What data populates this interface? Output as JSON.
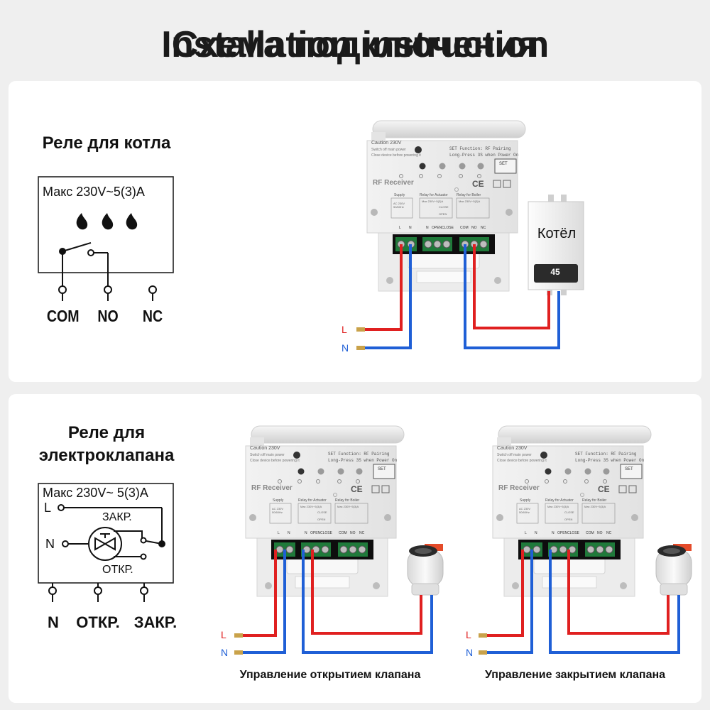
{
  "title": {
    "text_a": "Installation instruction",
    "text_b": "Схема подключения"
  },
  "boiler_section": {
    "heading": "Реле для котла",
    "schematic": {
      "rating": "Макс 230V~5(3)A",
      "terminals": [
        "COM",
        "NO",
        "NC"
      ]
    },
    "boiler_label": "Котёл",
    "boiler_display": "45",
    "wire_labels": {
      "live": "L",
      "neutral": "N"
    }
  },
  "valve_section": {
    "heading_line1": "Реле для",
    "heading_line2": "электроклапана",
    "schematic": {
      "rating": "Макс 230V~ 5(3)A",
      "l": "L",
      "n": "N",
      "close": "ЗАКР.",
      "open": "ОТКР.",
      "terminals": [
        "N",
        "ОТКР.",
        "ЗАКР."
      ]
    },
    "captions": {
      "open": "Управление  открытием клапана",
      "close": "Управление  закрытием клапана"
    },
    "wire_labels": {
      "live": "L",
      "neutral": "N"
    }
  },
  "receiver": {
    "caution": "Caution 230V",
    "caution_sub1": "Switch off main power",
    "caution_sub2": "Close device before powering it",
    "set_function": "SET Function: RF Pairing",
    "set_press": "Long-Press 3S when Power On",
    "set_button": "SET",
    "brand": "RF Receiver",
    "ce": "CE",
    "supply": "Supply",
    "supply_rating": "AC 230V 50/60Hz",
    "relay_actuator": "Relay for Actuator",
    "relay_boiler": "Relay for Boiler",
    "relay_rating": "Max 230V~5(3)A",
    "close_small": "CLOSE",
    "open_small": "OPEN",
    "term_supply": [
      "L",
      "N"
    ],
    "term_actuator": [
      "N",
      "OPEN",
      "CLOSE"
    ],
    "term_boiler": [
      "COM",
      "NO",
      "NC"
    ]
  },
  "colors": {
    "live_wire": "#e02020",
    "neutral_wire": "#1f5fd6",
    "terminal_green": "#1f7a3a",
    "panel": "#ffffff"
  }
}
